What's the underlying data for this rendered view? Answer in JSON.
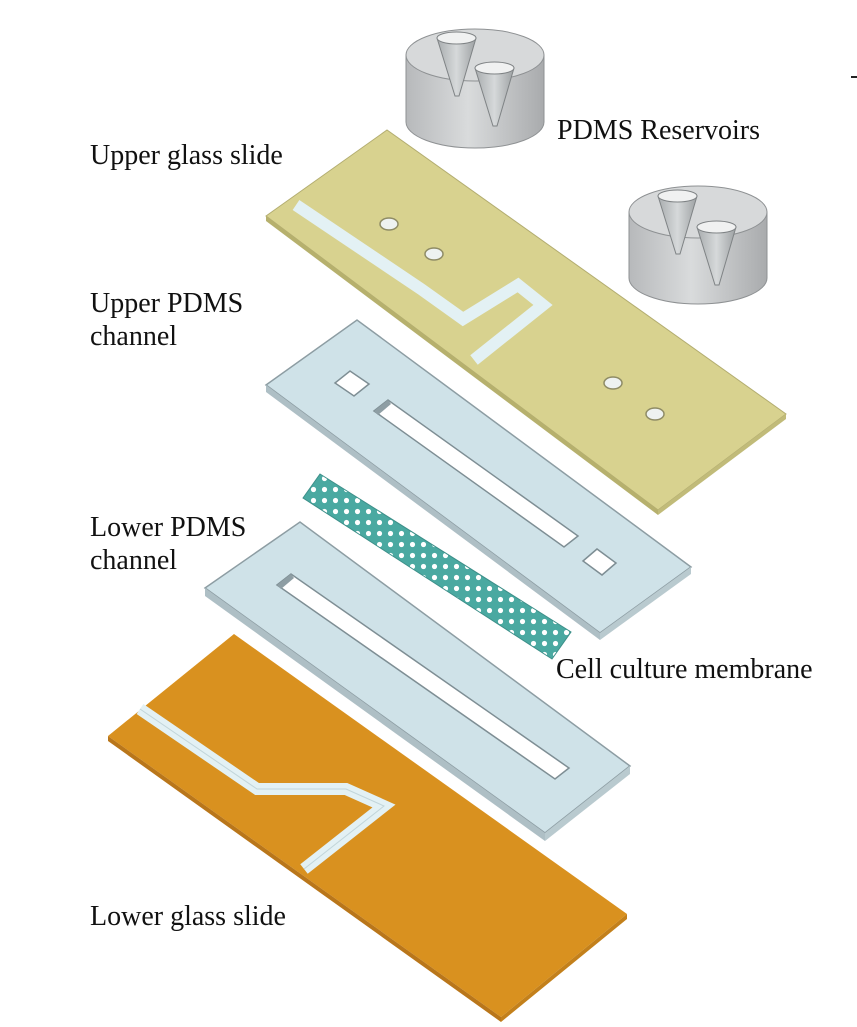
{
  "labels": {
    "reservoirs": "PDMS Reservoirs",
    "upper_glass_slide": "Upper glass slide",
    "upper_pdms_line1": "Upper PDMS",
    "upper_pdms_line2": "channel",
    "lower_pdms_line1": "Lower PDMS",
    "lower_pdms_line2": "channel",
    "membrane": "Cell culture membrane",
    "lower_glass_slide": "Lower glass slide"
  },
  "colors": {
    "upper_glass": "#d8d28f",
    "lower_glass": "#d9911f",
    "pdms": "#cfe2e8",
    "membrane": "#49aaa3",
    "reservoir": "#c9cbcd",
    "channel_trace": "#e3f1f4"
  }
}
